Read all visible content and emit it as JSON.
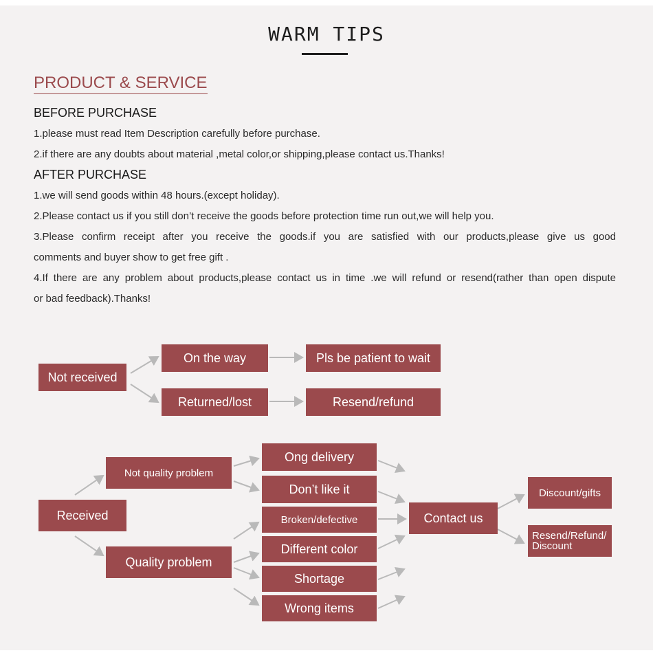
{
  "title": "WARM TIPS",
  "section": "PRODUCT & SERVICE",
  "before": {
    "heading": "BEFORE PURCHASE",
    "lines": [
      "1.please must read Item Description carefully before purchase.",
      "2.if there are any doubts about material ,metal color,or shipping,please contact us.Thanks!"
    ]
  },
  "after": {
    "heading": "AFTER PURCHASE",
    "lines": [
      "1.we will send goods within 48 hours.(except holiday).",
      "2.Please contact us if you still don’t receive the goods before protection time run out,we will help you.",
      "3.Please confirm receipt after you receive the goods.if you are satisfied with our products,please give us good",
      "comments and buyer show to get free gift .",
      "4.If there are any problem about products,please contact us in time .we will refund or resend(rather than open dispute",
      "or bad feedback).Thanks!"
    ]
  },
  "flow1": {
    "not_received": "Not received",
    "on_the_way": "On the way",
    "patient": "Pls be patient to wait",
    "returned_lost": "Returned/lost",
    "resend_refund": "Resend/refund"
  },
  "flow2": {
    "received": "Received",
    "not_quality": "Not quality problem",
    "quality": "Quality problem",
    "ong_delivery": "Ong delivery",
    "dont_like": "Don’t like it",
    "broken": "Broken/defective",
    "different_color": "Different color",
    "shortage": "Shortage",
    "wrong_items": "Wrong items",
    "contact_us": "Contact us",
    "discount_gifts": "Discount/gifts",
    "resend_refund_discount_1": "Resend/Refund/",
    "resend_refund_discount_2": "Discount"
  },
  "colors": {
    "box": "#9b4a4d",
    "arrow": "#b9b9b9",
    "heading": "#9b4a4d"
  }
}
